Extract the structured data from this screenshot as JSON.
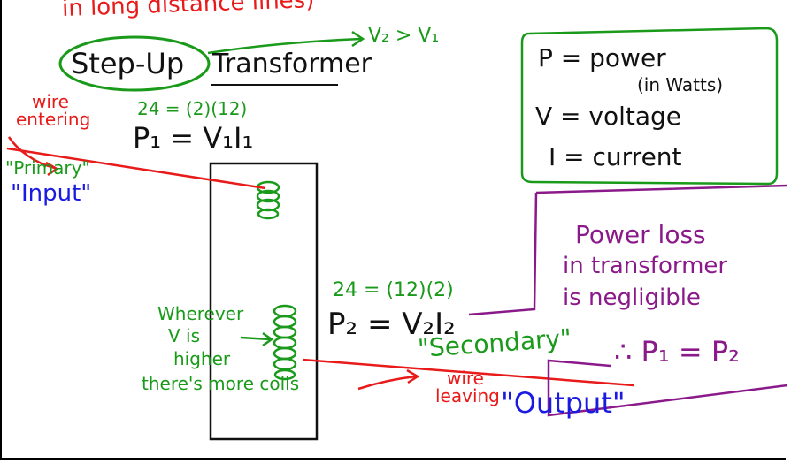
{
  "top_cut_text": "in long distance lines)",
  "title": {
    "step_up": "Step-Up",
    "transformer": "Transformer",
    "v_relation": "V₂ > V₁"
  },
  "primary": {
    "wire_label": "wire entering",
    "numbers": "24 = (2)(12)",
    "equation": "P₁ = V₁I₁",
    "name": "\"Primary\"",
    "role": "\"Input\""
  },
  "secondary": {
    "numbers": "24 = (12)(2)",
    "equation": "P₂ = V₂I₂",
    "name": "\"Secondary\"",
    "wire_label": "wire leaving",
    "role": "\"Output\""
  },
  "coil_note": {
    "line1": "Wherever",
    "line2": "V is",
    "line3": "higher",
    "line4": "there's more coils"
  },
  "legend": {
    "p": "P = power",
    "p_unit": "(in Watts)",
    "v": "V = voltage",
    "i": "I = current"
  },
  "loss_note": {
    "line1": "Power loss",
    "line2": "in transformer",
    "line3": "is negligible",
    "conclusion": "∴ P₁ = P₂"
  },
  "colors": {
    "green": "#1a9a1a",
    "red": "#e81a1a",
    "blue": "#1a1ae0",
    "purple": "#8a1a8a",
    "black": "#111111"
  }
}
